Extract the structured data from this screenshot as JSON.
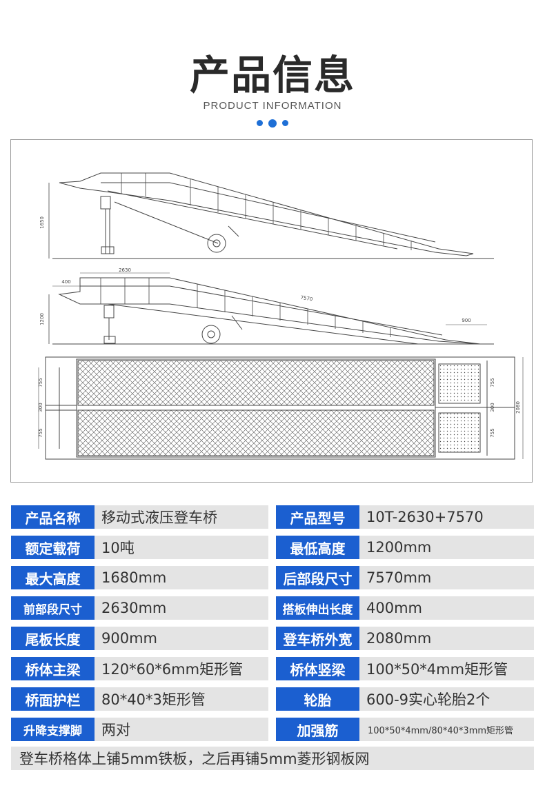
{
  "header": {
    "title": "产品信息",
    "subtitle": "PRODUCT INFORMATION"
  },
  "drawing": {
    "side_dims_1": [
      "1650"
    ],
    "side_dims_2": [
      "2630",
      "400",
      "7570",
      "1200",
      "900"
    ],
    "plan_dims": [
      "755",
      "300",
      "755",
      "755",
      "300",
      "755",
      "2080"
    ]
  },
  "specs": [
    {
      "l1": "产品名称",
      "v1": "移动式液压登车桥",
      "l2": "产品型号",
      "v2": "10T-2630+7570"
    },
    {
      "l1": "额定载荷",
      "v1": "10吨",
      "l2": "最低高度",
      "v2": "1200mm"
    },
    {
      "l1": "最大高度",
      "v1": "1680mm",
      "l2": "后部段尺寸",
      "v2": "7570mm"
    },
    {
      "l1": "前部段尺寸",
      "v1": "2630mm",
      "l2": "搭板伸出长度",
      "v2": "400mm"
    },
    {
      "l1": "尾板长度",
      "v1": "900mm",
      "l2": "登车桥外宽",
      "v2": "2080mm"
    },
    {
      "l1": "桥体主梁",
      "v1": "120*60*6mm矩形管",
      "l2": "桥体竖梁",
      "v2": "100*50*4mm矩形管"
    },
    {
      "l1": "桥面护栏",
      "v1": "80*40*3矩形管",
      "l2": "轮胎",
      "v2": "600-9实心轮胎2个"
    },
    {
      "l1": "升降支撑脚",
      "v1": "两对",
      "l2": "加强筋",
      "v2": "100*50*4mm/80*40*3mm矩形管"
    }
  ],
  "footer": "登车桥格体上铺5mm铁板，之后再铺5mm菱形钢板网",
  "colors": {
    "label_bg": "#1b5fd0",
    "value_bg": "#e4e4e4",
    "dot": "#1e6fd6"
  }
}
